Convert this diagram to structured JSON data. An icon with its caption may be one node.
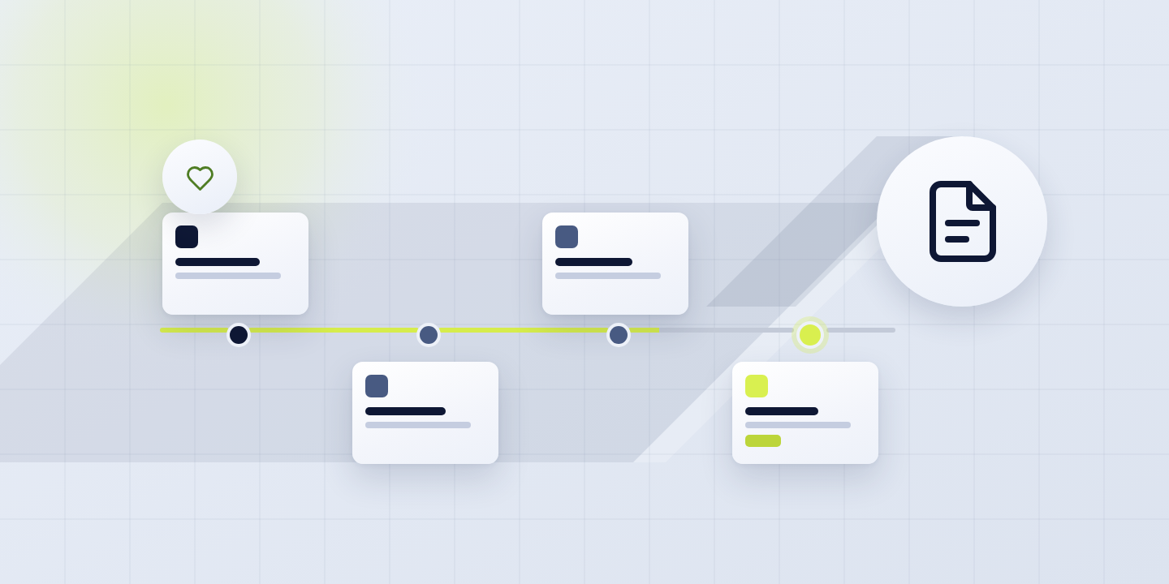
{
  "diagram": {
    "nodes": [
      {
        "text": [],
        "shape": "circle"
      },
      {
        "text": [],
        "shape": "box"
      },
      {
        "text": [],
        "shape": "circle"
      },
      {
        "text": [],
        "shape": "circle"
      },
      {
        "text": [],
        "shape": "box"
      },
      {
        "text": [],
        "shape": "box"
      },
      {
        "text": [],
        "shape": "circle"
      },
      {
        "text": [],
        "shape": "circle"
      },
      {
        "text": [],
        "shape": "box"
      },
      {
        "text": [],
        "shape": "circle"
      }
    ],
    "edges": [
      {
        "from": null,
        "to": 2,
        "arrow": "none"
      },
      {
        "from": 2,
        "to": 3,
        "arrow": "none"
      },
      {
        "from": 3,
        "to": 6,
        "arrow": "none"
      },
      {
        "from": 6,
        "to": 7,
        "arrow": "none",
        "color": "#c3cad8"
      },
      {
        "from": 7,
        "to": null,
        "arrow": "none",
        "color": "#c3cad8"
      }
    ]
  }
}
